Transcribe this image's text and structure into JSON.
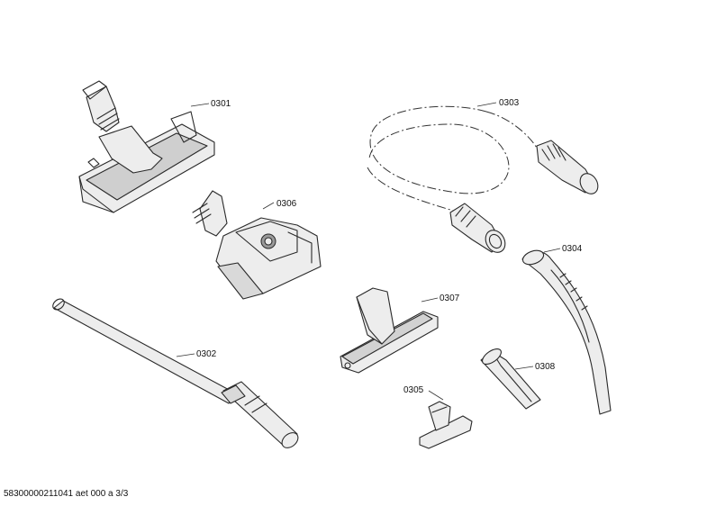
{
  "parts": [
    {
      "id": "floor-nozzle",
      "label": "0301"
    },
    {
      "id": "telescopic-tube",
      "label": "0302"
    },
    {
      "id": "hose",
      "label": "0303"
    },
    {
      "id": "handle-bend",
      "label": "0304"
    },
    {
      "id": "upholstery-nozzle",
      "label": "0305"
    },
    {
      "id": "turbo-brush",
      "label": "0306"
    },
    {
      "id": "wide-nozzle",
      "label": "0307"
    },
    {
      "id": "crevice-nozzle",
      "label": "0308"
    }
  ],
  "footer": {
    "document_code": "58300000211041 aet 000 a 3/3"
  }
}
